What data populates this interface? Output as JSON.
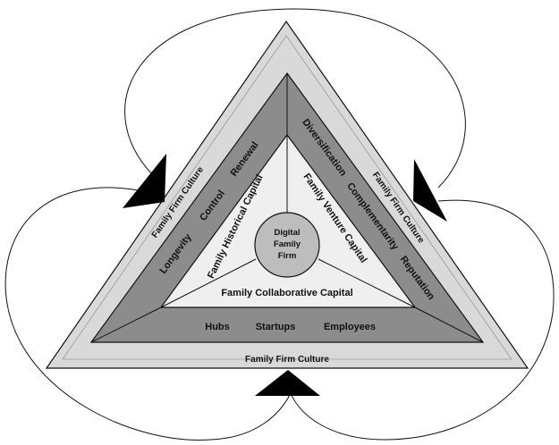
{
  "colors": {
    "outline": "#111111",
    "outer_band": "#d9d9d9",
    "middle_band": "#8c8c8c",
    "inner_band": "#efefef",
    "center_circle": "#bdbdbd",
    "arrow": "#000000"
  },
  "outer_layer": {
    "left": "Family Firm Culture",
    "right": "Family Firm Culture",
    "bottom": "Family Firm Culture"
  },
  "middle_layer": {
    "left": [
      "Longevity",
      "Control",
      "Renewal"
    ],
    "right": [
      "Diversification",
      "Complementarity",
      "Reputation"
    ],
    "bottom": [
      "Hubs",
      "Startups",
      "Employees"
    ]
  },
  "inner_layer": {
    "left": "Family Historical Capital",
    "right": "Family Venture Capital",
    "bottom": "Family Collaborative Capital"
  },
  "center": {
    "lines": [
      "Digital",
      "Family",
      "Firm"
    ]
  }
}
